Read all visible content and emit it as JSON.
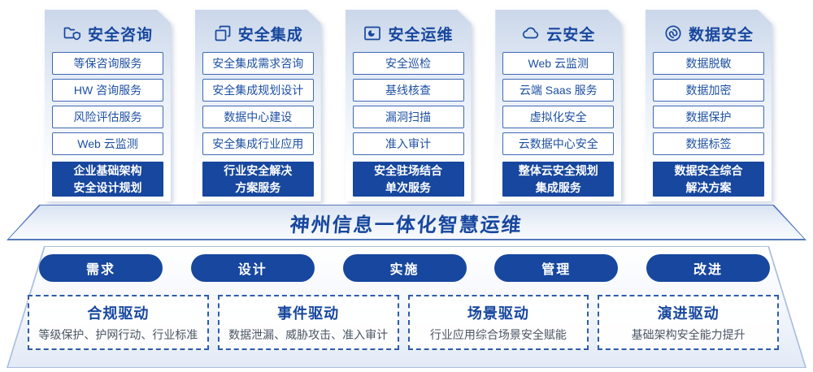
{
  "banner": {
    "title": "神州信息一体化智慧运维"
  },
  "columns": [
    {
      "title": "安全咨询",
      "icon": "folder-shield-icon",
      "items": [
        "等保咨询服务",
        "HW 咨询服务",
        "风险评估服务",
        "Web 云监测"
      ],
      "footer": "企业基础架构\n安全设计规划"
    },
    {
      "title": "安全集成",
      "icon": "copy-icon",
      "items": [
        "安全集成需求咨询",
        "安全集成规划设计",
        "数据中心建设",
        "安全集成行业应用"
      ],
      "footer": "行业安全解决\n方案服务"
    },
    {
      "title": "安全运维",
      "icon": "monitor-pie-icon",
      "items": [
        "安全巡检",
        "基线核查",
        "漏洞扫描",
        "准入审计"
      ],
      "footer": "安全驻场结合\n单次服务"
    },
    {
      "title": "云安全",
      "icon": "cloud-icon",
      "items": [
        "Web 云监测",
        "云端 Saas 服务",
        "虚拟化安全",
        "云数据中心安全"
      ],
      "footer": "整体云安全规划\n集成服务"
    },
    {
      "title": "数据安全",
      "icon": "fingerprint-icon",
      "items": [
        "数据脱敏",
        "数据加密",
        "数据保护",
        "数据标签"
      ],
      "footer": "数据安全综合\n解决方案"
    }
  ],
  "phases": [
    "需求",
    "设计",
    "实施",
    "管理",
    "改进"
  ],
  "drivers": [
    {
      "title": "合规驱动",
      "desc": "等级保护、护网行动、行业标准"
    },
    {
      "title": "事件驱动",
      "desc": "数据泄漏、威胁攻击、准入审计"
    },
    {
      "title": "场景驱动",
      "desc": "行业应用综合场景安全赋能"
    },
    {
      "title": "演进驱动",
      "desc": "基础架构安全能力提升"
    }
  ],
  "colors": {
    "primary": "#17479e",
    "item_border": "#3f69b3",
    "dashed_border": "#2e5cab",
    "banner_line": "#5578bd"
  }
}
